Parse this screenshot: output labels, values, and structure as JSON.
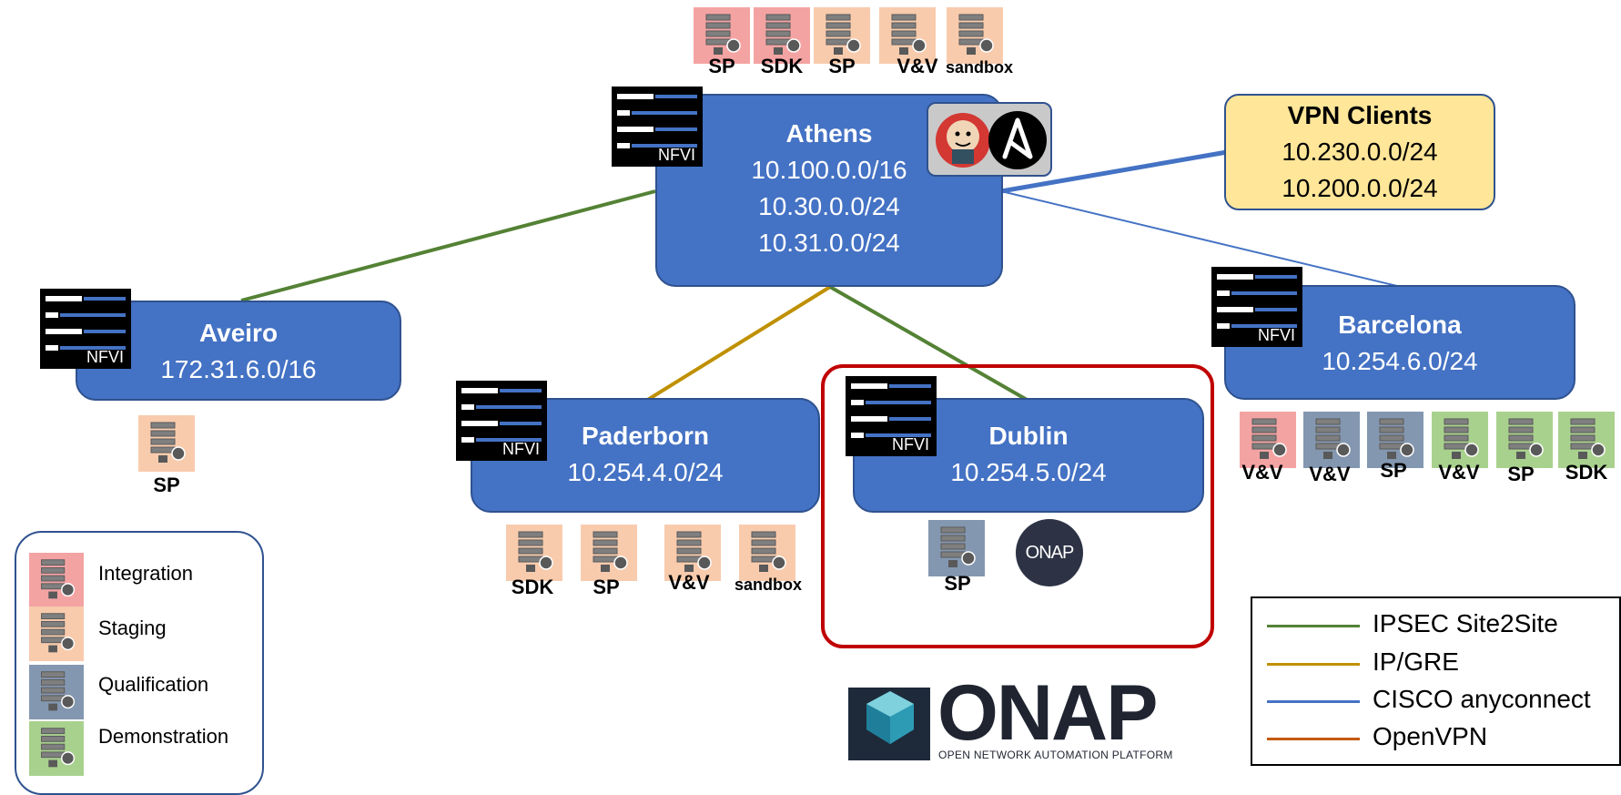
{
  "sites": {
    "athens": {
      "name": "Athens",
      "cidrs": [
        "10.100.0.0/16",
        "10.30.0.0/24",
        "10.31.0.0/24"
      ]
    },
    "aveiro": {
      "name": "Aveiro",
      "cidrs": [
        "172.31.6.0/16"
      ]
    },
    "paderborn": {
      "name": "Paderborn",
      "cidrs": [
        "10.254.4.0/24"
      ]
    },
    "dublin": {
      "name": "Dublin",
      "cidrs": [
        "10.254.5.0/24"
      ]
    },
    "barcelona": {
      "name": "Barcelona",
      "cidrs": [
        "10.254.6.0/24"
      ]
    }
  },
  "vpn_clients": {
    "name": "VPN Clients",
    "cidrs": [
      "10.230.0.0/24",
      "10.200.0.0/24"
    ]
  },
  "nfvi_label": "NFVI",
  "servers": {
    "athens": [
      {
        "label": "SP",
        "type": "integration"
      },
      {
        "label": "SDK",
        "type": "integration"
      },
      {
        "label": "SP",
        "type": "staging"
      },
      {
        "label": "V&V",
        "type": "staging"
      },
      {
        "label": "sandbox",
        "type": "staging"
      }
    ],
    "aveiro": [
      {
        "label": "SP",
        "type": "staging"
      }
    ],
    "paderborn": [
      {
        "label": "SDK",
        "type": "staging"
      },
      {
        "label": "SP",
        "type": "staging"
      },
      {
        "label": "V&V",
        "type": "staging"
      },
      {
        "label": "sandbox",
        "type": "staging"
      }
    ],
    "dublin": [
      {
        "label": "SP",
        "type": "qualification"
      }
    ],
    "barcelona": [
      {
        "label": "V&V",
        "type": "integration"
      },
      {
        "label": "V&V",
        "type": "qualification"
      },
      {
        "label": "SP",
        "type": "qualification"
      },
      {
        "label": "V&V",
        "type": "demonstration"
      },
      {
        "label": "SP",
        "type": "demonstration"
      },
      {
        "label": "SDK",
        "type": "demonstration"
      }
    ]
  },
  "environment_legend": [
    {
      "label": "Integration",
      "type": "integration"
    },
    {
      "label": "Staging",
      "type": "staging"
    },
    {
      "label": "Qualification",
      "type": "qualification"
    },
    {
      "label": "Demonstration",
      "type": "demonstration"
    }
  ],
  "environment_colors": {
    "integration": "#f4a3a3",
    "staging": "#f8cbad",
    "qualification": "#8497b0",
    "demonstration": "#a9d18e"
  },
  "link_legend": [
    {
      "label": "IPSEC Site2Site",
      "color": "#548235"
    },
    {
      "label": "IP/GRE",
      "color": "#bf9000"
    },
    {
      "label": "CISCO anyconnect",
      "color": "#4472c4"
    },
    {
      "label": "OpenVPN",
      "color": "#c55a11"
    }
  ],
  "onap_badge": "ONAP",
  "onap_logo": {
    "word": "ONAP",
    "tagline": "OPEN NETWORK AUTOMATION PLATFORM"
  },
  "icons": {
    "tools": [
      "jenkins-icon",
      "ansible-icon"
    ],
    "server": "server-rack-icon",
    "nfvi": "nfvi-rack-icon"
  }
}
